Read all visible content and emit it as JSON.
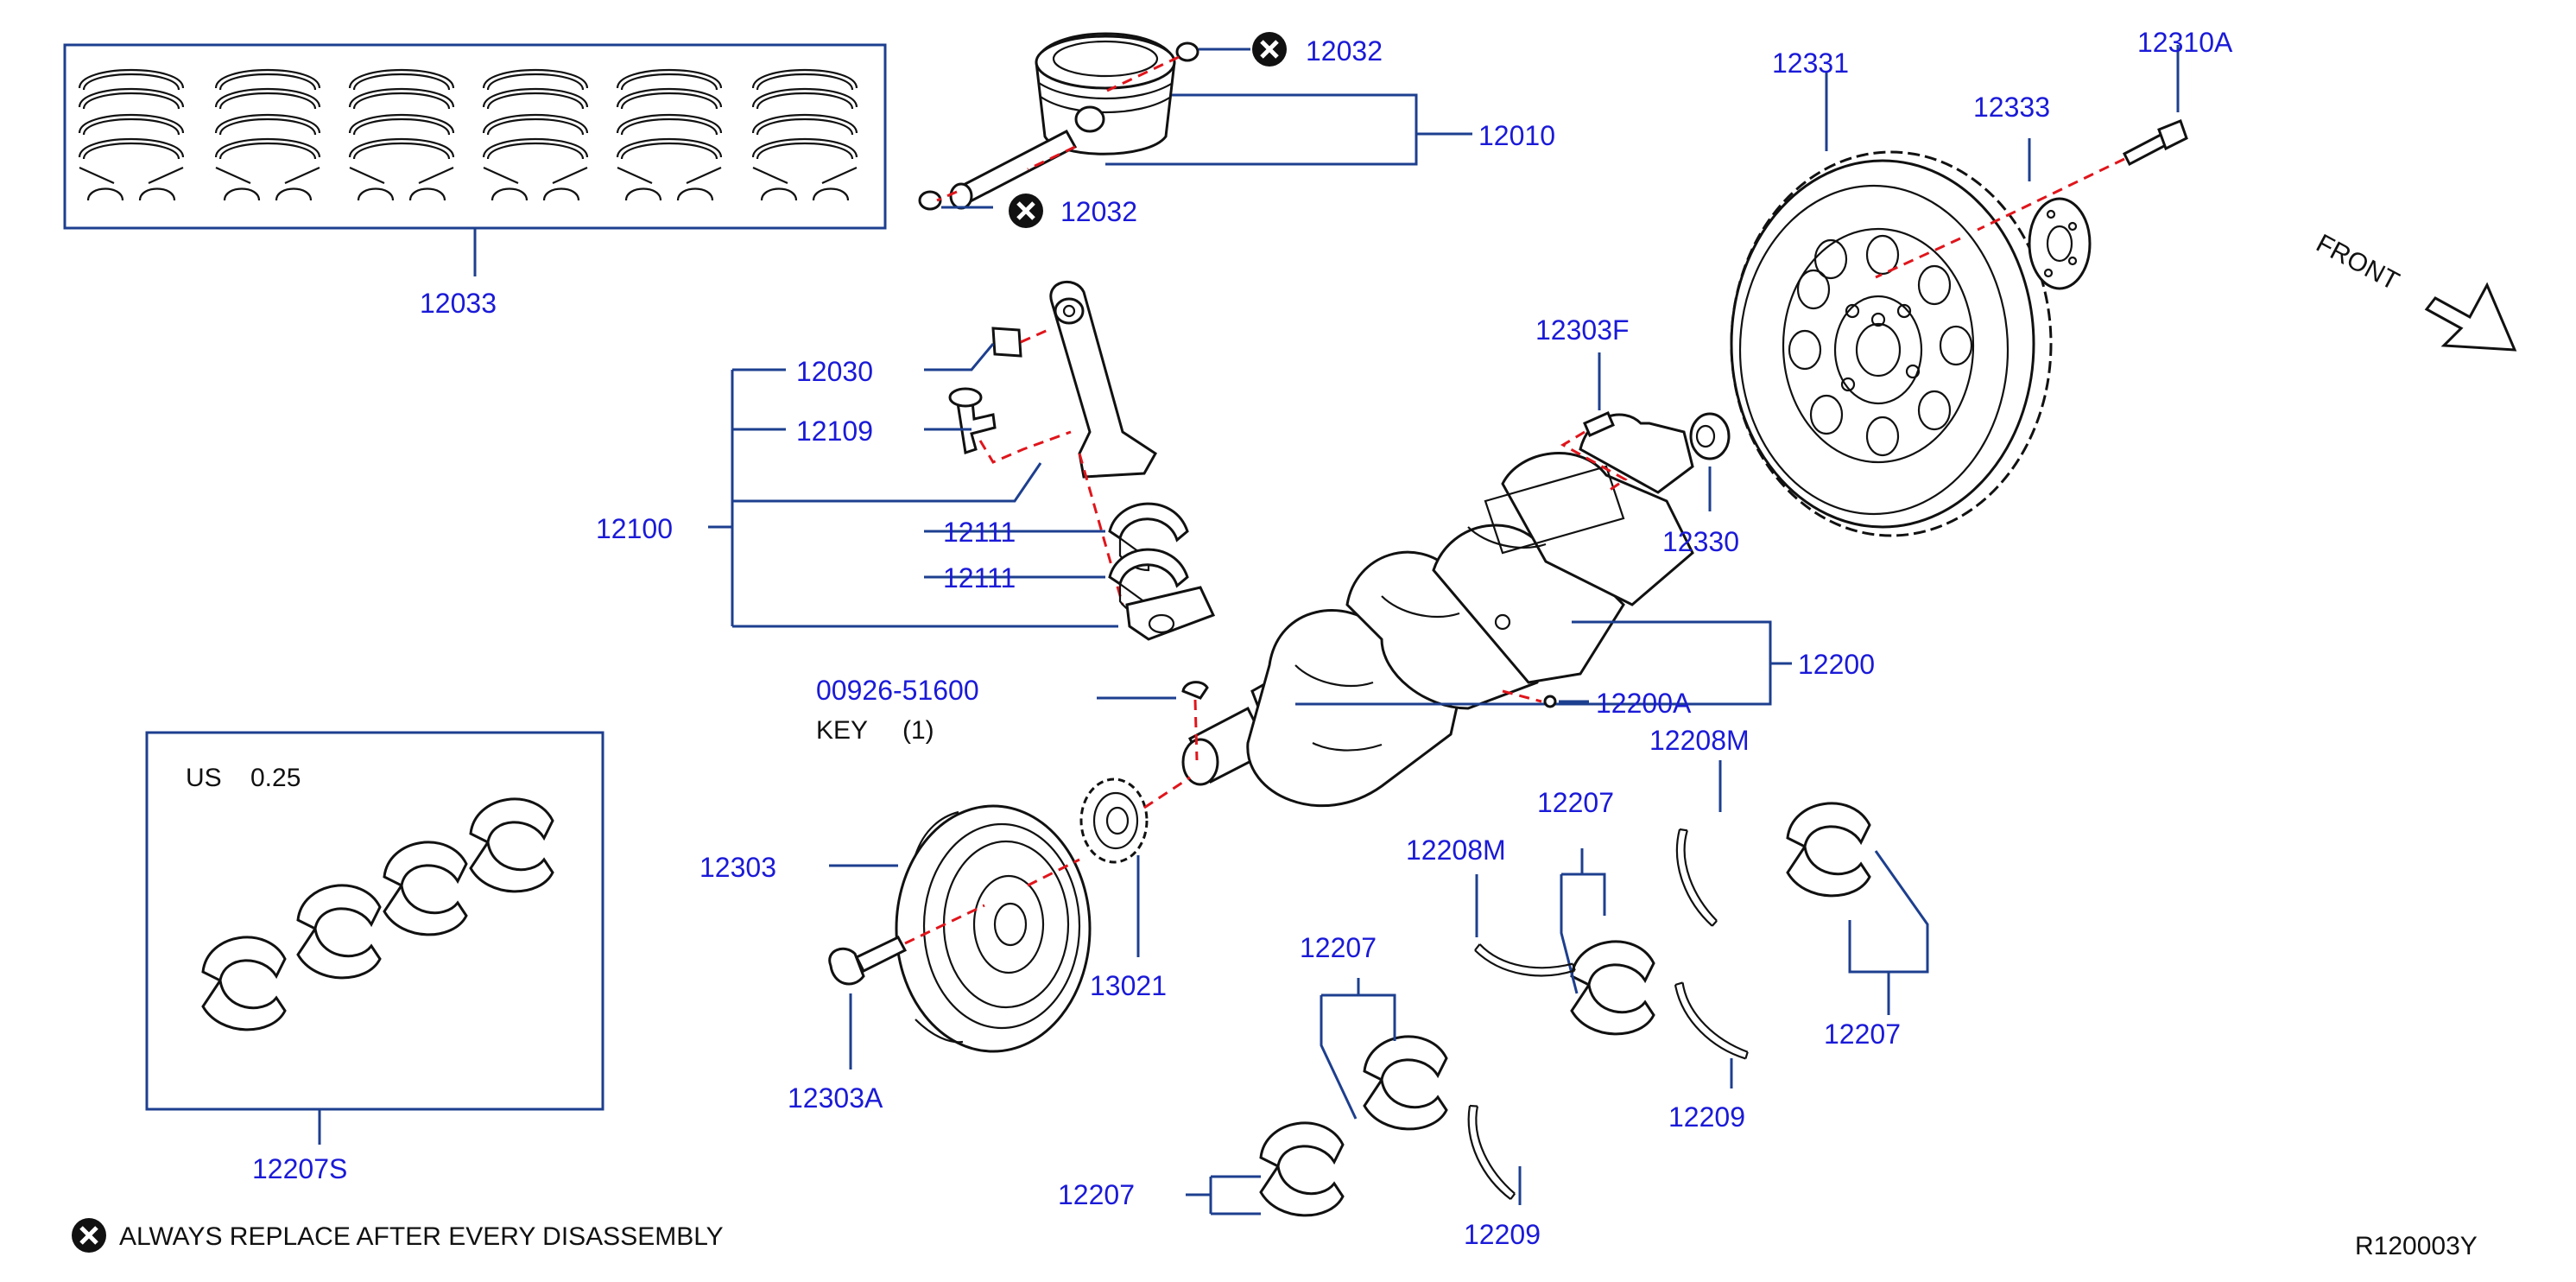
{
  "labels": {
    "p12033": "12033",
    "p12032_top": "12032",
    "p12032_bottom": "12032",
    "p12010": "12010",
    "p12331": "12331",
    "p12333": "12333",
    "p12310A": "12310A",
    "front": "FRONT",
    "p12030": "12030",
    "p12109": "12109",
    "p12100": "12100",
    "p12111_a": "12111",
    "p12111_b": "12111",
    "p12303F": "12303F",
    "p12330": "12330",
    "p12200": "12200",
    "p12200A": "12200A",
    "p00926": "00926-51600",
    "key": "KEY",
    "key_qty": "(1)",
    "us_size": "US",
    "us_value": "0.25",
    "p12303": "12303",
    "p13021": "13021",
    "p12303A": "12303A",
    "p12207S": "12207S",
    "p12208M_a": "12208M",
    "p12208M_b": "12208M",
    "p12207_a": "12207",
    "p12207_b": "12207",
    "p12207_c": "12207",
    "p12207_d": "12207",
    "p12209_a": "12209",
    "p12209_b": "12209",
    "legend": "ALWAYS   REPLACE   AFTER   EVERY   DISASSEMBLY",
    "ref": "R120003Y"
  },
  "colors": {
    "part_number": "#1a1ad8",
    "leader": "#1d3f8f",
    "assembly_line": "#e0151b",
    "outline": "#111111"
  },
  "icons": {
    "replace": "x-circle-icon",
    "front": "front-arrow-icon"
  }
}
